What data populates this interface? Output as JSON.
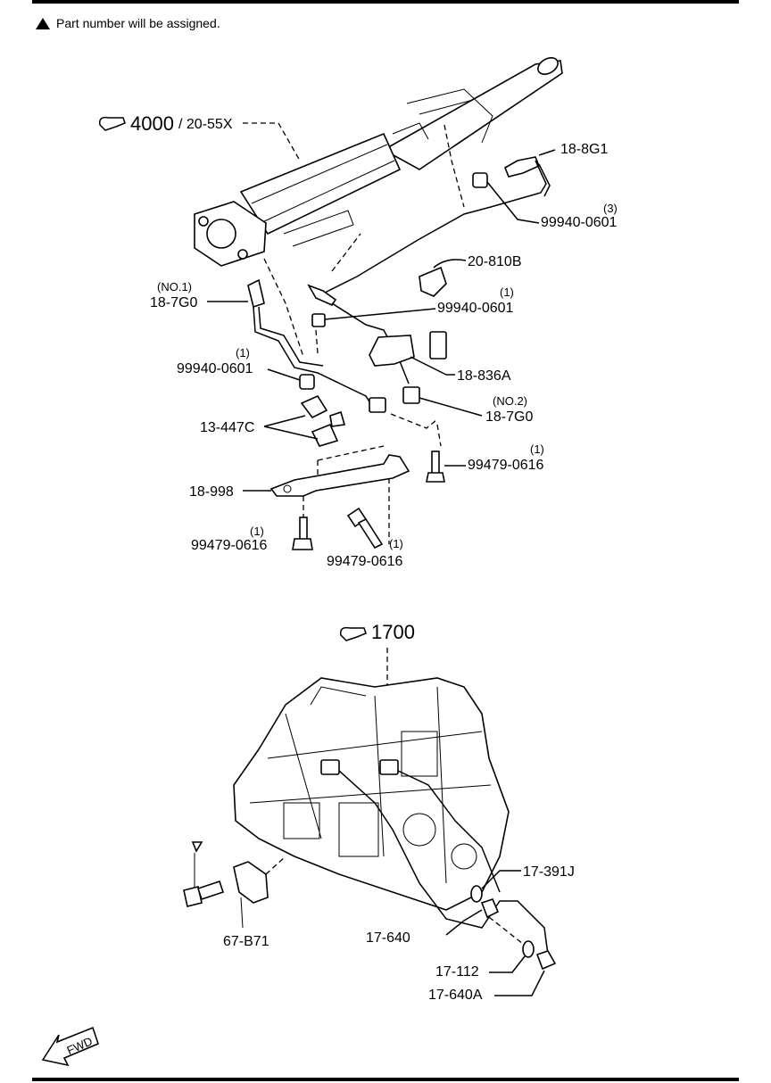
{
  "note": {
    "text": "Part number will be assigned."
  },
  "refs": {
    "ref_4000": "4000",
    "ref_4000_sub": "/ 20-55X",
    "ref_1700": "1700"
  },
  "callouts": {
    "c_188g1": "18-8G1",
    "c_99940_0601_3_qty": "(3)",
    "c_99940_0601_3": "99940-0601",
    "c_20810b": "20-810B",
    "c_99940_0601_1a_qty": "(1)",
    "c_99940_0601_1a": "99940-0601",
    "c_no1": "(NO.1)",
    "c_187g0_1": "18-7G0",
    "c_99940_0601_1b_qty": "(1)",
    "c_99940_0601_1b": "99940-0601",
    "c_18836a": "18-836A",
    "c_no2": "(NO.2)",
    "c_187g0_2": "18-7G0",
    "c_13447c": "13-447C",
    "c_99479_a_qty": "(1)",
    "c_99479_a": "99479-0616",
    "c_18998": "18-998",
    "c_99479_b_qty": "(1)",
    "c_99479_b": "99479-0616",
    "c_99479_c_qty": "(1)",
    "c_99479_c": "99479-0616",
    "c_17391j": "17-391J",
    "c_17640": "17-640",
    "c_17112": "17-112",
    "c_17640a": "17-640A",
    "c_67b71": "67-B71",
    "fwd": "FWD"
  }
}
